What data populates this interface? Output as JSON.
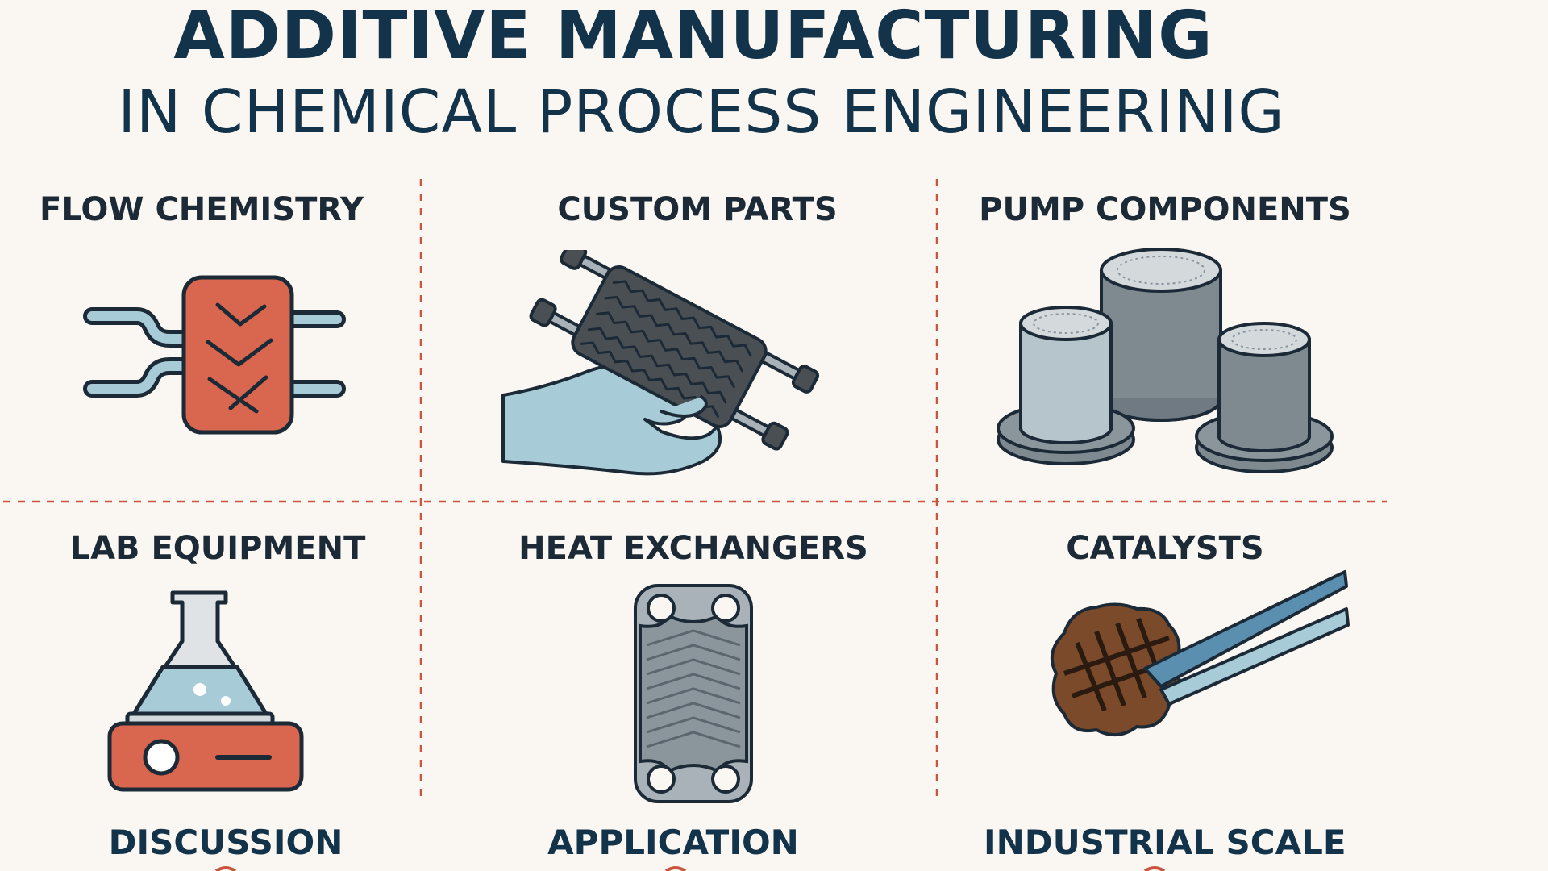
{
  "header": {
    "title": "ADDITIVE MANUFACTURING",
    "subtitle": "IN CHEMICAL PROCESS ENGINEERINIG"
  },
  "grid": {
    "cells": [
      {
        "label": "FLOW CHEMISTRY",
        "icon": "flow-reactor-icon"
      },
      {
        "label": "CUSTOM PARTS",
        "icon": "hand-holding-part-icon"
      },
      {
        "label": "PUMP COMPONENTS",
        "icon": "pump-cylinders-icon"
      },
      {
        "label": "LAB EQUIPMENT",
        "icon": "flask-on-hotplate-icon"
      },
      {
        "label": "HEAT EXCHANGERS",
        "icon": "plate-heat-exchanger-icon"
      },
      {
        "label": "CATALYSTS",
        "icon": "catalyst-with-tweezers-icon"
      }
    ]
  },
  "footer": {
    "items": [
      "DISCUSSION",
      "APPLICATION",
      "INDUSTRIAL SCALE"
    ]
  },
  "colors": {
    "navy": "#13334a",
    "red_accent": "#d9674f",
    "light_blue": "#a8cbd8",
    "steel_gray": "#8a959c",
    "divider_red": "#c9553f",
    "background": "#faf7f3"
  }
}
